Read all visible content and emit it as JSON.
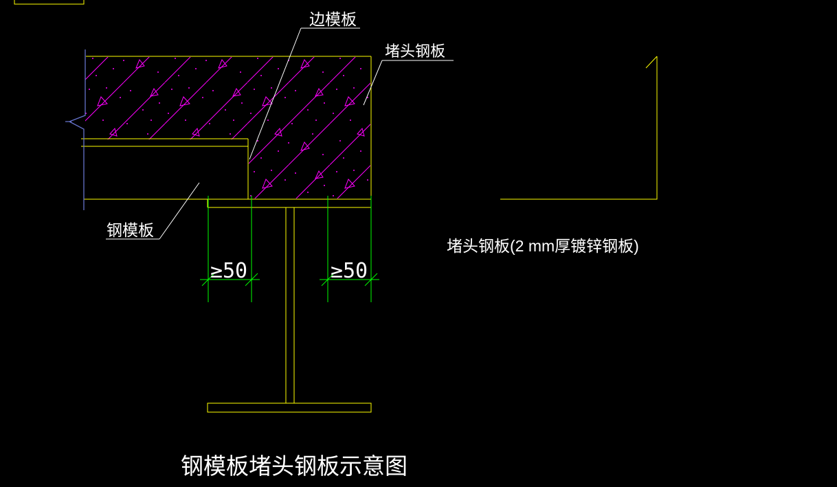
{
  "colors": {
    "background": "#000000",
    "line_yellow": "#ffff00",
    "hatch_magenta": "#ff00ff",
    "dim_green": "#00ff00",
    "text_white": "#ffffff",
    "break_blue": "#6673cc"
  },
  "figure": {
    "title": "钢模板堵头钢板示意图",
    "callout_edge_formwork": "边模板",
    "callout_head_plate": "堵头钢板",
    "callout_steel_formwork": "钢模板",
    "dim_left": "≥50",
    "dim_right": "≥50",
    "note_head_plate": "堵头钢板(2 mm厚镀锌钢板)"
  }
}
